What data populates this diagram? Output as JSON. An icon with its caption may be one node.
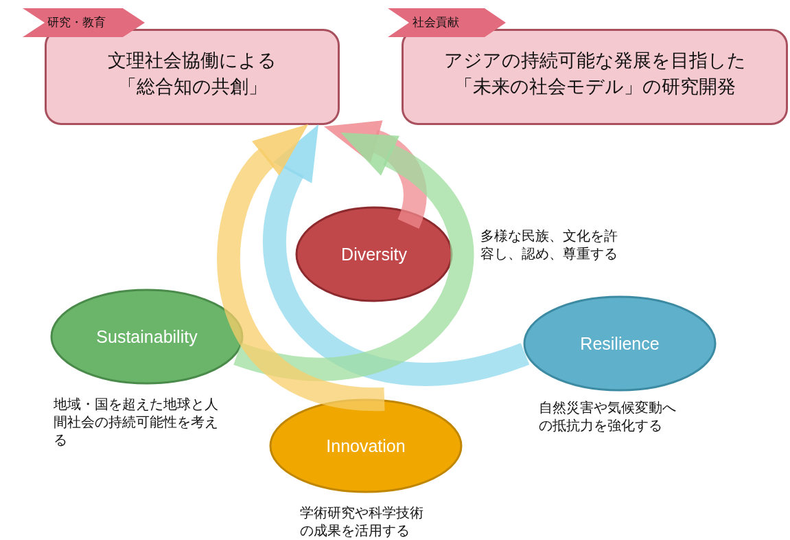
{
  "diagram": {
    "nodes": [
      {
        "text": [
          "研究・教育",
          "文理社会協働による「総合知の共創」"
        ]
      },
      {
        "text": [
          "社会貢献",
          "アジアの持続可能な発展を目指した「未来の社会モデル」の研究開発"
        ]
      },
      {
        "text": [
          "Diversity"
        ],
        "beside": [
          "多様な民族、文化を許容し、認め、尊重する"
        ]
      },
      {
        "text": [
          "Sustainability"
        ],
        "beside": [
          "地域・国を超えた地球と人間社会の持続可能性を考える"
        ]
      },
      {
        "text": [
          "Resilience"
        ],
        "beside": [
          "自然災害や気候変動への抵抗力を強化する"
        ]
      },
      {
        "text": [
          "Innovation"
        ],
        "beside": [
          "学術研究や科学技術の成果を活用する"
        ]
      }
    ],
    "edges": [
      {
        "from": 2,
        "to": 0,
        "arrow": "to",
        "color": "#f08a8f"
      },
      {
        "from": 4,
        "to": 0,
        "arrow": "to",
        "color": "#8fd8ee"
      },
      {
        "from": 3,
        "to": 0,
        "arrow": "to",
        "color": "#9edc9e"
      },
      {
        "from": 5,
        "to": 0,
        "arrow": "to",
        "color": "#f7cd6a"
      }
    ]
  }
}
